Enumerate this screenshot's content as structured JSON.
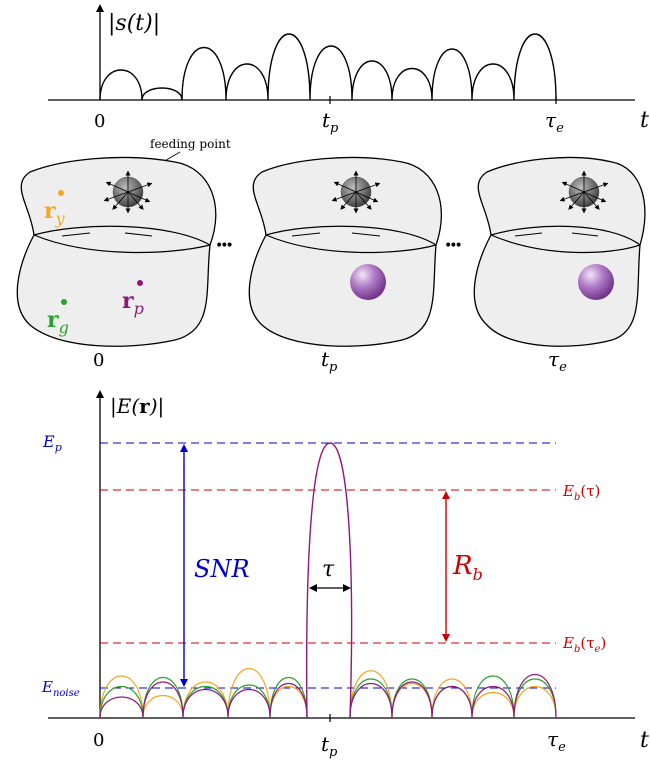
{
  "top_plot": {
    "y_label": "|s(t)|",
    "tick_zero": "0",
    "tick_tp_main": "t",
    "tick_tp_sub": "p",
    "tick_te_main": "τ",
    "tick_te_sub": "e",
    "axis_t": "t",
    "color": "#000000"
  },
  "cavities": {
    "feeding_label": "feeding point",
    "labels": [
      {
        "main": "0",
        "sub": ""
      },
      {
        "main": "t",
        "sub": "p"
      },
      {
        "main": "τ",
        "sub": "e"
      }
    ],
    "ellipsis": "•••",
    "points": {
      "ry": {
        "main": "r",
        "sub": "y",
        "color": "#f5a623"
      },
      "rg": {
        "main": "r",
        "sub": "g",
        "color": "#2ca02c"
      },
      "rp": {
        "main": "r",
        "sub": "p",
        "color": "#8b1a7a"
      }
    },
    "fill": "#eeeeee",
    "sphere_color": "#9b59b6"
  },
  "bottom_plot": {
    "y_label": "|E(r)|",
    "axis_t": "t",
    "tick_zero": "0",
    "tick_tp_main": "t",
    "tick_tp_sub": "p",
    "tick_te_main": "τ",
    "tick_te_sub": "e",
    "Ep": {
      "main": "E",
      "sub": "p",
      "color": "#0000cc"
    },
    "Enoise": {
      "main": "E",
      "sub": "noise",
      "color": "#0000cc"
    },
    "Eb_tau": {
      "main": "E",
      "sub": "b",
      "arg": "(τ)",
      "color": "#cc0000"
    },
    "Eb_taue": {
      "main": "E",
      "sub": "b",
      "arg": "(τ",
      "arg_sub": "e",
      "arg_end": ")",
      "color": "#cc0000"
    },
    "snr": {
      "text": "SNR",
      "color": "#0000cc"
    },
    "rb": {
      "main": "R",
      "sub": "b",
      "color": "#cc0000"
    },
    "tau": {
      "text": "τ",
      "color": "#000000"
    },
    "curve_colors": {
      "purple": "#8b1a7a",
      "green": "#2ca02c",
      "orange": "#f5a623"
    }
  }
}
